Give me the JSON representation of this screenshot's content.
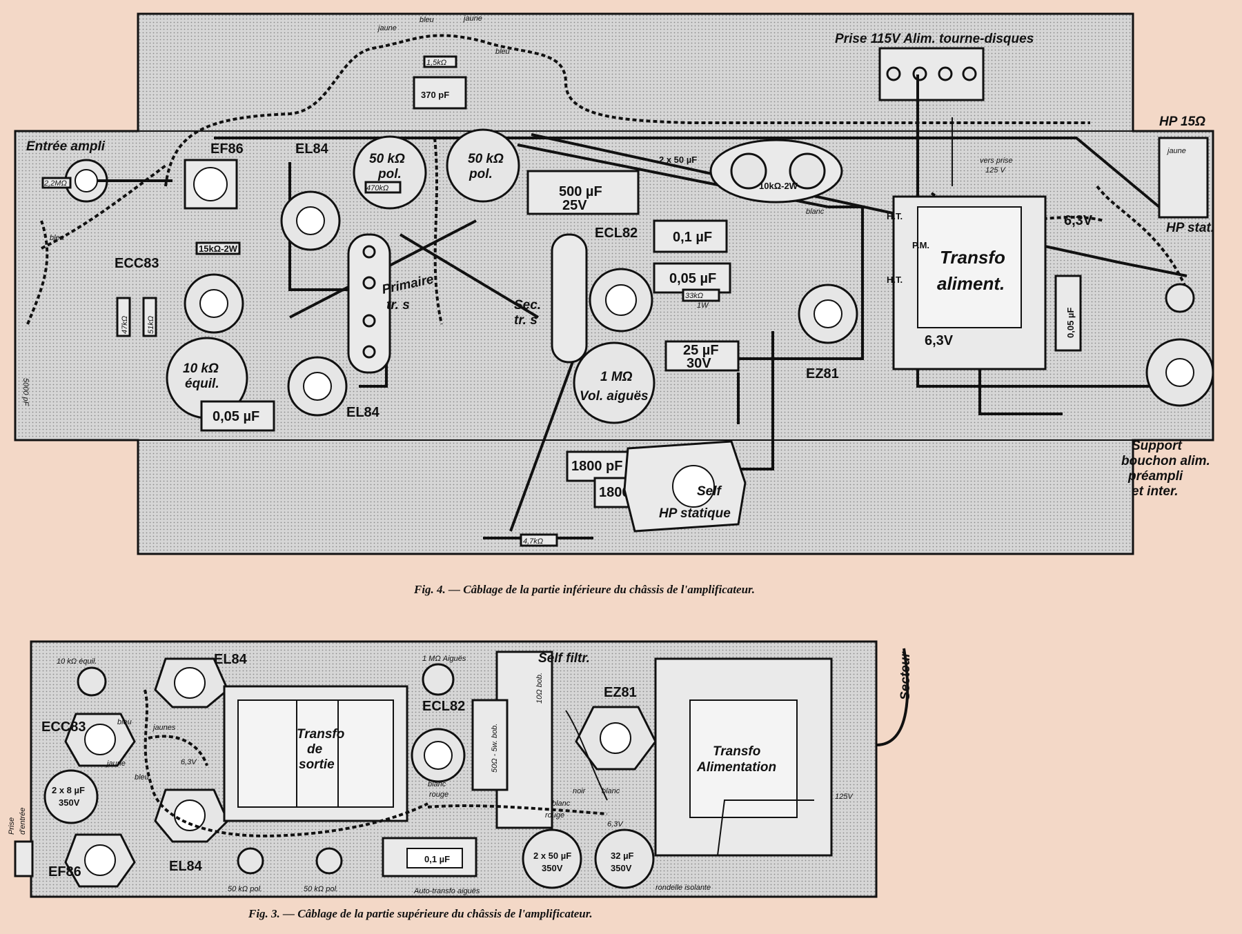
{
  "fig4": {
    "title_outlet": "Prise 115V Alim. tourne-disques",
    "entree": "Entrée ampli",
    "hp15": "HP 15Ω",
    "hp_stat": "HP stat.",
    "support": [
      "Support",
      "bouchon alim.",
      "préampli",
      "et inter."
    ],
    "tubes": {
      "ef86": "EF86",
      "el84_top": "EL84",
      "ecc83": "ECC83",
      "el84_bot": "EL84",
      "ecl82": "ECL82",
      "ez81": "EZ81"
    },
    "pots": {
      "p50a": [
        "50 kΩ",
        "pol."
      ],
      "p50b": [
        "50 kΩ",
        "pol."
      ],
      "equil": [
        "10 kΩ",
        "équil."
      ],
      "vol": [
        "1 MΩ",
        "Vol. aiguës"
      ]
    },
    "caps": {
      "c370": "370 pF",
      "c500": [
        "500 µF",
        "25V"
      ],
      "c01": "0,1 µF",
      "c005": "0,05 µF",
      "c25": [
        "25 µF",
        "30V"
      ],
      "c1800a": "1800 pF",
      "c1800b": "1800 pF",
      "c005b": "0,05 µF",
      "c005v": "0,05 µF",
      "c2x50": "2 x 50 µF"
    },
    "transfo": [
      "Transfo",
      "aliment."
    ],
    "transfo_taps": [
      "H.T.",
      "P.M.",
      "H.T.",
      "6,3V"
    ],
    "v63": "6,3V",
    "self_hp": [
      "Self",
      "HP statique"
    ],
    "primaire": [
      "Primaire",
      "tr. s"
    ],
    "sec": [
      "Sec.",
      "tr. s"
    ],
    "r10k": "10kΩ-2W",
    "r15k": "15kΩ-2W",
    "r470k": "470kΩ",
    "r47k": "47kΩ",
    "r51k": "51kΩ",
    "r33k": [
      "33kΩ",
      "1W"
    ],
    "r47k_2": "4,7kΩ",
    "r12": "1,5kΩ",
    "r22m": "2,2MΩ",
    "vers_prise": [
      "vers prise",
      "125 V"
    ],
    "c5000": "5000 pF",
    "wire_colors": [
      "jaune",
      "bleu",
      "jaune",
      "bleu",
      "blanc",
      "jaune",
      "bleu"
    ],
    "caption": "Fig. 4. — Câblage de la partie inférieure du châssis de l'amplificateur."
  },
  "fig3": {
    "tubes": {
      "el84_top": "EL84",
      "ecc83": "ECC83",
      "ecl82": "ECL82",
      "ez81": "EZ81",
      "el84_bot": "EL84",
      "ef86": "EF86"
    },
    "equil": "10 kΩ équil.",
    "aigues": "1 MΩ Aiguës",
    "self_filtr": "Self filtr.",
    "transfo_sortie": [
      "Transfo",
      "de",
      "sortie"
    ],
    "transfo_alim": [
      "Transfo",
      "Alimentation"
    ],
    "secteur": "Secteur",
    "v125": "125V",
    "v63": "6,3V",
    "c2x8": [
      "2 x 8 µF",
      "350V"
    ],
    "c2x50": [
      "2 x 50 µF",
      "350V"
    ],
    "c32": [
      "32 µF",
      "350V"
    ],
    "c01": "0,1 µF",
    "pol_a": "50 kΩ pol.",
    "pol_b": "50 kΩ pol.",
    "auto_transfo": "Auto-transfo aiguës",
    "rondelle": "rondelle isolante",
    "prise": [
      "Prise",
      "d'entrée"
    ],
    "r50": "50Ω - 5w. bob.",
    "r10": "10Ω bob.",
    "wire_colors": [
      "bleu",
      "jaunes",
      "jaune",
      "bleu",
      "6,3V",
      "blanc",
      "rouge",
      "blanc",
      "rouge",
      "noir",
      "blanc"
    ],
    "caption": "Fig. 3. — Câblage de la partie supérieure du châssis de l'amplificateur."
  }
}
